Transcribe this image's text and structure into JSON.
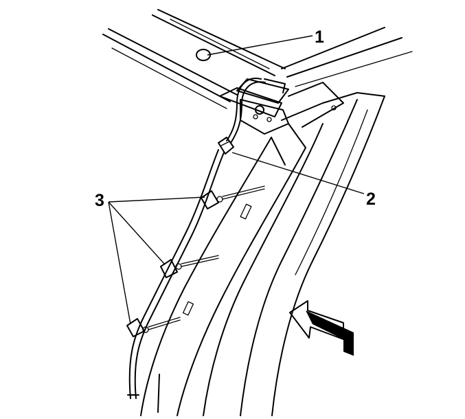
{
  "callouts": [
    {
      "id": "1",
      "label": "1"
    },
    {
      "id": "2",
      "label": "2"
    },
    {
      "id": "3",
      "label": "3"
    }
  ],
  "colors": {
    "line": "#000000",
    "background": "#ffffff",
    "arrow_shadow": "#000000"
  }
}
